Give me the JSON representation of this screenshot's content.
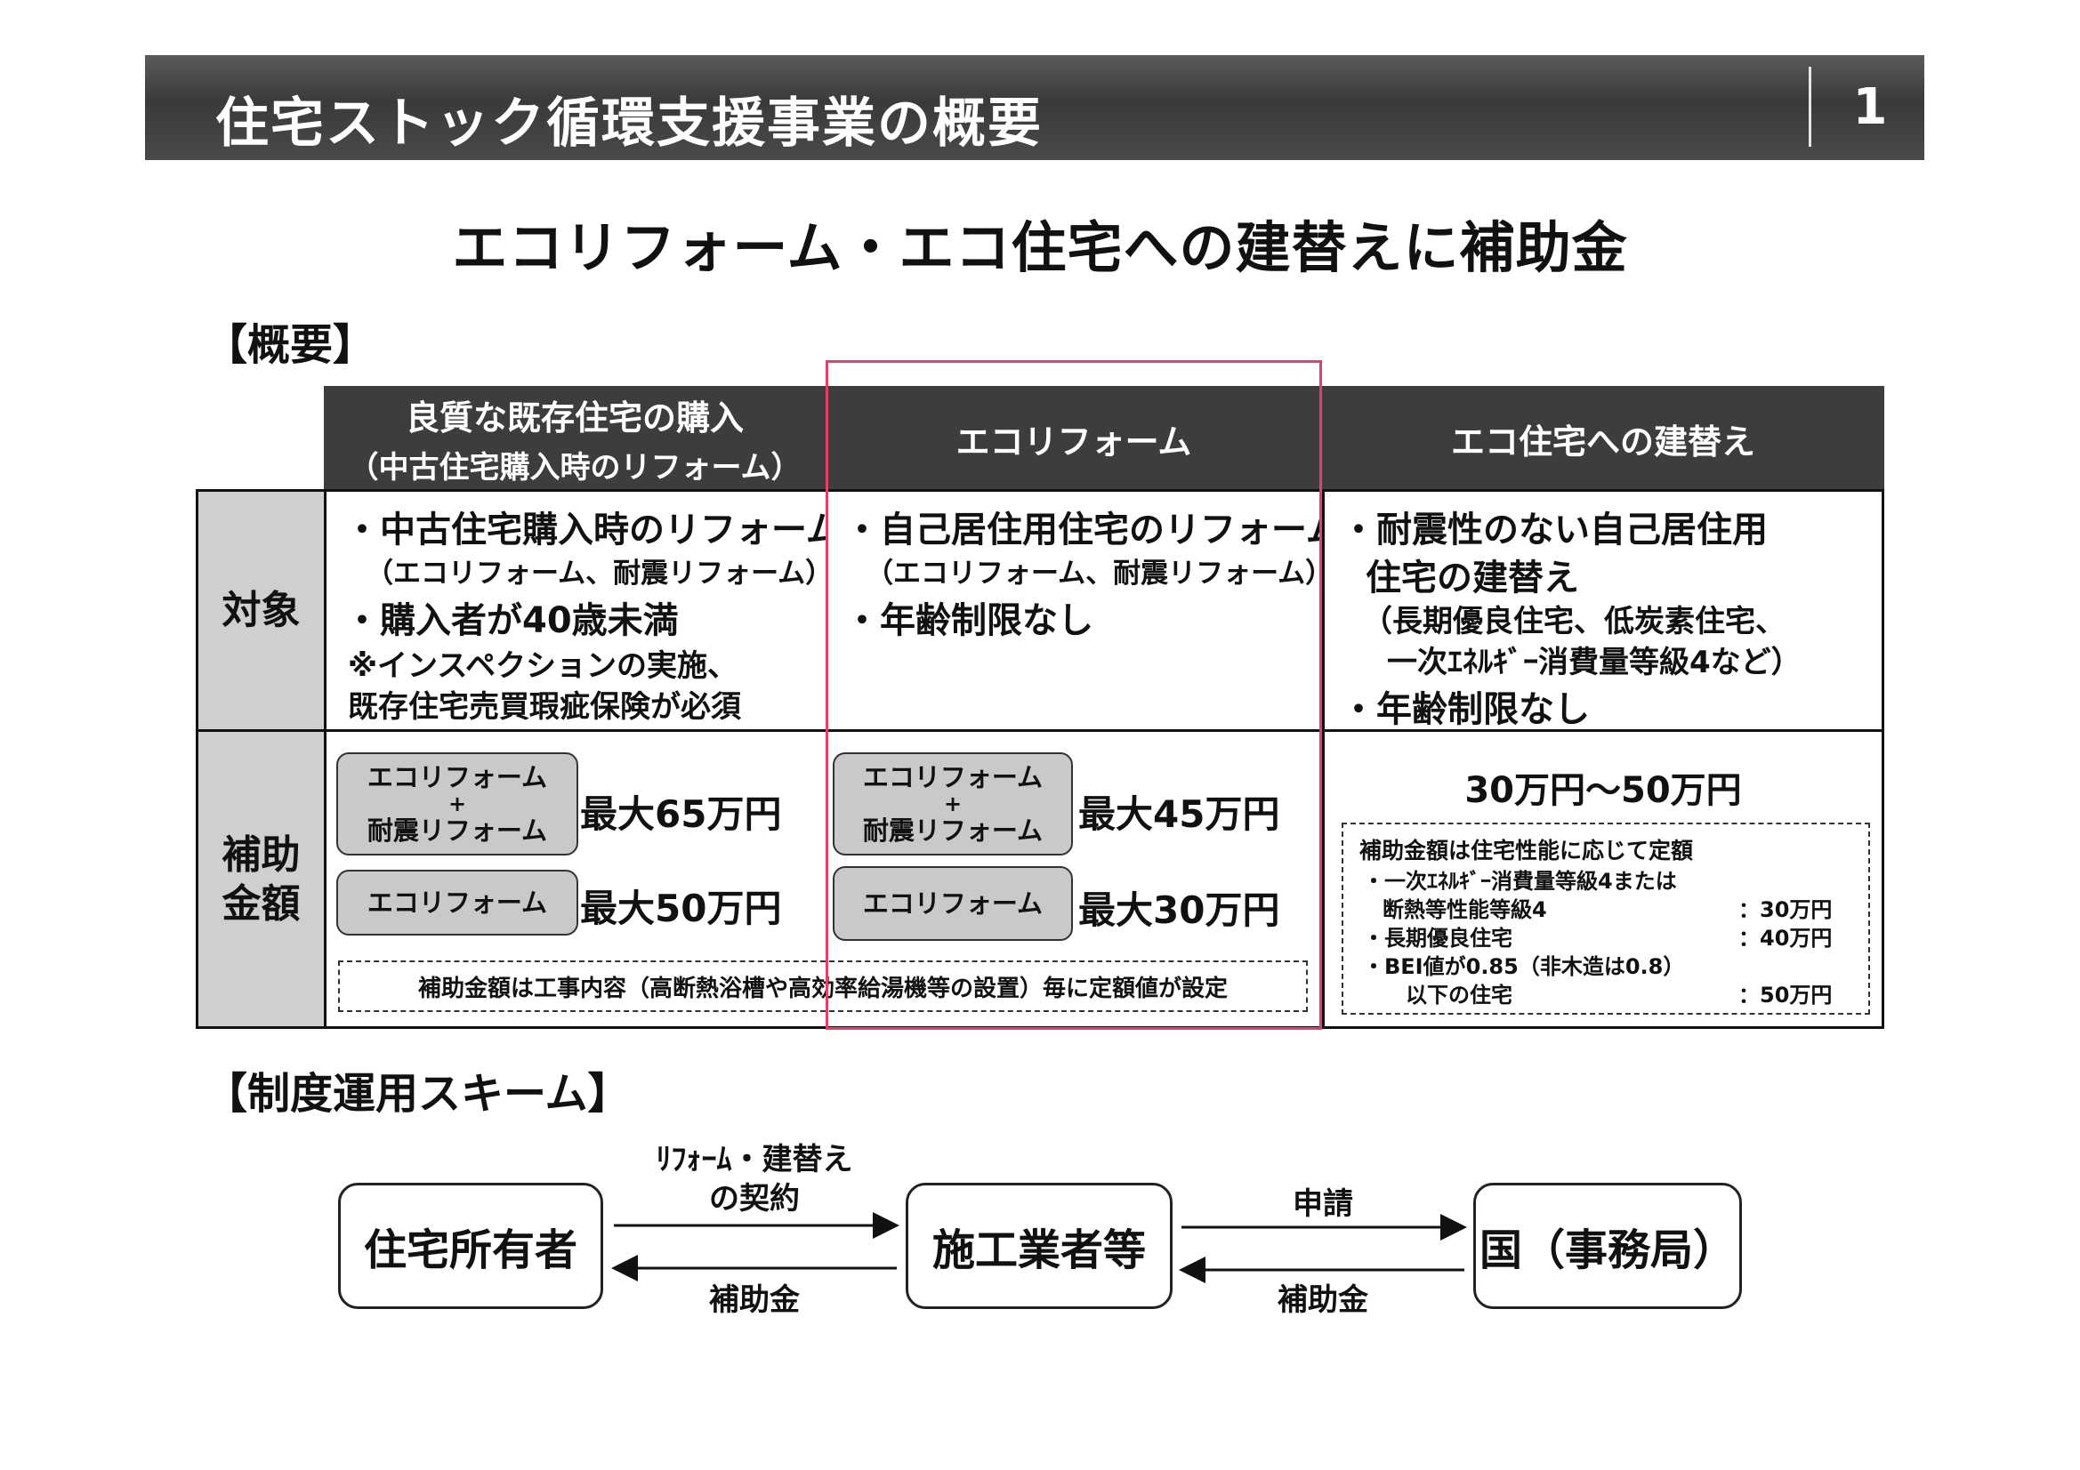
{
  "header": {
    "title": "住宅ストック循環支援事業の概要",
    "page_number": "1"
  },
  "subtitle": "エコリフォーム・エコ住宅への建替えに補助金",
  "overview_heading": "【概要】",
  "table": {
    "columns": [
      {
        "line1": "良質な既存住宅の購入",
        "line2": "（中古住宅購入時のリフォーム）"
      },
      {
        "line1": "エコリフォーム"
      },
      {
        "line1": "エコ住宅への建替え"
      }
    ],
    "row_target_label": "対象",
    "row_subsidy_label": [
      "補助",
      "金額"
    ],
    "target": {
      "col1": [
        "・中古住宅購入時のリフォーム",
        "（エコリフォーム、耐震リフォーム）",
        "・購入者が40歳未満",
        "※インスペクションの実施、",
        "既存住宅売買瑕疵保険が必須"
      ],
      "col2": [
        "・自己居住用住宅のリフォーム",
        "（エコリフォーム、耐震リフォーム）",
        "・年齢制限なし"
      ],
      "col3": [
        "・耐震性のない自己居住用",
        "住宅の建替え",
        "（長期優良住宅、低炭素住宅、",
        "一次ｴﾈﾙｷﾞｰ消費量等級4など）",
        "・年齢制限なし"
      ]
    },
    "subsidy": {
      "combo_pill": [
        "エコリフォーム",
        "+",
        "耐震リフォーム"
      ],
      "eco_pill": "エコリフォーム",
      "col1_combo_amount": "最大65万円",
      "col1_eco_amount": "最大50万円",
      "col2_combo_amount": "最大45万円",
      "col2_eco_amount": "最大30万円",
      "shared_note": "補助金額は工事内容（高断熱浴槽や高効率給湯機等の設置）毎に定額値が設定",
      "col3_range": "30万円～50万円",
      "col3_note_title": "補助金額は住宅性能に応じて定額",
      "col3_items": [
        {
          "text": "・一次ｴﾈﾙｷﾞｰ消費量等級4または",
          "value": ""
        },
        {
          "text": "断熱等性能等級4",
          "value": "：30万円"
        },
        {
          "text": "・長期優良住宅",
          "value": "：40万円"
        },
        {
          "text": "・BEI値が0.85（非木造は0.8）",
          "value": ""
        },
        {
          "text": "以下の住宅",
          "value": "：50万円"
        }
      ]
    }
  },
  "scheme_heading": "【制度運用スキーム】",
  "scheme": {
    "nodes": [
      "住宅所有者",
      "施工業者等",
      "国（事務局）"
    ],
    "contract_label": [
      "ﾘﾌｫｰﾑ・建替え",
      "の契約"
    ],
    "subsidy_label_left": "補助金",
    "apply_label": "申請",
    "subsidy_label_right": "補助金"
  }
}
